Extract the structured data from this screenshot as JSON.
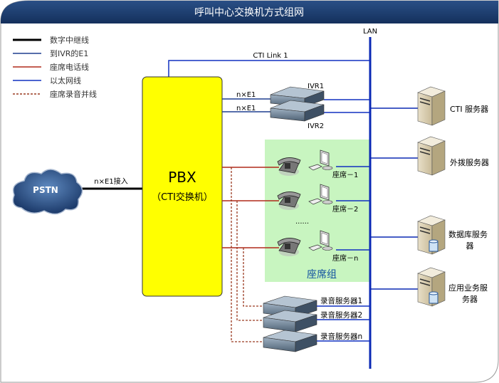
{
  "title": "呼叫中心交换机方式组网",
  "legend": [
    {
      "label": "数字中继线",
      "color": "#000000",
      "style": "solid-thick"
    },
    {
      "label": "到IVR的E1",
      "color": "#1f3f8f",
      "style": "solid"
    },
    {
      "label": "座席电话线",
      "color": "#b02a1a",
      "style": "solid"
    },
    {
      "label": "以太网线",
      "color": "#1030c0",
      "style": "solid"
    },
    {
      "label": "座席录音并线",
      "color": "#9a3a20",
      "style": "dashed"
    }
  ],
  "lan_label": "LAN",
  "cti_link_label": "CTI Link 1",
  "pbx": {
    "title": "PBX",
    "subtitle": "（CTI交换机）",
    "color": "#ffff00"
  },
  "pstn": {
    "label": "PSTN",
    "link_label": "n×E1接入"
  },
  "ivr": {
    "e1_labels": [
      "n×E1",
      "n×E1"
    ],
    "names": [
      "IVR1",
      "IVR2"
    ]
  },
  "agents": {
    "group_label": "座席组",
    "seats": [
      "座席－1",
      "座席－2",
      "座席－n"
    ],
    "ellipsis": "......",
    "area_color": "#c8f5c0"
  },
  "recorders": [
    "录音服务器1",
    "录音服务器2",
    "录音服务器n"
  ],
  "servers": [
    {
      "label1": "CTI 服务器",
      "label2": ""
    },
    {
      "label1": "外拨服务器",
      "label2": ""
    },
    {
      "label1": "数据库服务",
      "label2": "器"
    },
    {
      "label1": "应用业务服",
      "label2": "务器"
    }
  ],
  "colors": {
    "title_bar": "#1c3a6a",
    "lan": "#0a28b4",
    "phone_line": "#b02a1a",
    "record_line": "#9a3a20"
  }
}
